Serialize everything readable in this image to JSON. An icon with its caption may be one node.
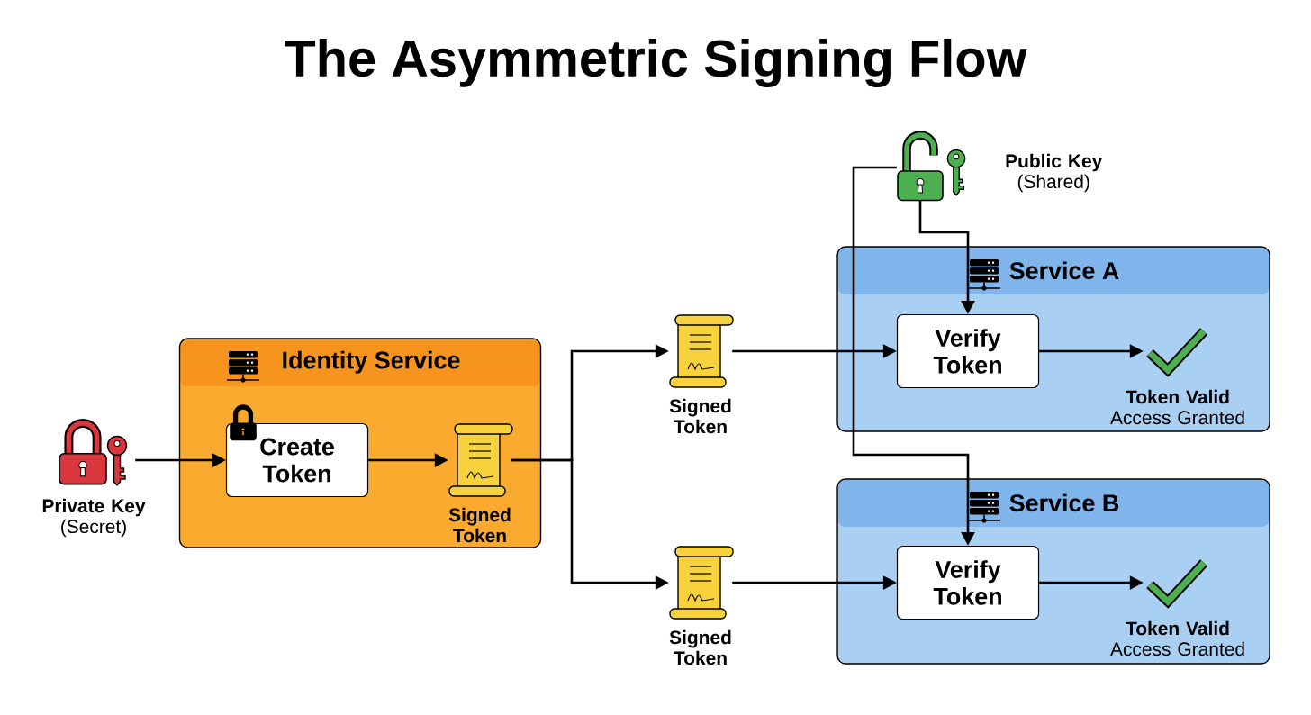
{
  "diagram": {
    "title": "The Asymmetric Signing Flow",
    "nodes": [
      {
        "text": [
          "Identity Service"
        ]
      },
      {
        "text": [
          "Private Key",
          "(Secret)"
        ]
      },
      {
        "text": [
          "Create Token"
        ],
        "in": 0
      },
      {
        "text": [
          "Signed Token"
        ],
        "in": 0
      },
      {
        "text": [
          "Signed Token"
        ]
      },
      {
        "text": [
          "Signed Token"
        ]
      },
      {
        "text": [
          "Public Key",
          "(Shared)"
        ]
      },
      {
        "text": [
          "Service A"
        ]
      },
      {
        "text": [
          "Verify Token"
        ],
        "in": 7
      },
      {
        "text": [
          "Token Valid",
          "Access Granted"
        ],
        "in": 7
      },
      {
        "text": [
          "Service B"
        ]
      },
      {
        "text": [
          "Verify Token"
        ],
        "in": 10
      },
      {
        "text": [
          "Token Valid",
          "Access Granted"
        ],
        "in": 10
      }
    ],
    "edges": [
      {
        "from": 1,
        "to": 2,
        "arrow": "to"
      },
      {
        "from": 2,
        "to": 3,
        "arrow": "to"
      },
      {
        "from": 3,
        "to": 4,
        "arrow": "to"
      },
      {
        "from": 3,
        "to": 5,
        "arrow": "to"
      },
      {
        "from": 4,
        "to": 8,
        "arrow": "to"
      },
      {
        "from": 5,
        "to": 11,
        "arrow": "to"
      },
      {
        "from": 6,
        "to": 8,
        "arrow": "to"
      },
      {
        "from": 6,
        "to": 11,
        "arrow": "to"
      },
      {
        "from": 8,
        "to": 9,
        "arrow": "to"
      },
      {
        "from": 11,
        "to": 12,
        "arrow": "to"
      }
    ]
  }
}
